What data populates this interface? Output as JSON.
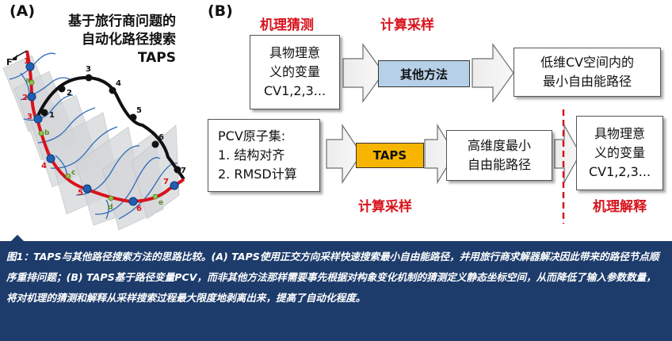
{
  "panel_a": {
    "label": "(A)",
    "title_line1": "基于旅行商问题的",
    "title_line2": "自动化路径搜索",
    "title_line3": "TAPS",
    "axis_label": "F",
    "red_nodes": [
      "1",
      "2",
      "3",
      "4",
      "5",
      "6",
      "7"
    ],
    "black_nodes": [
      "1",
      "2",
      "3",
      "4",
      "5",
      "6",
      "7"
    ],
    "green_labels": [
      "a",
      "b",
      "c",
      "d",
      "e"
    ],
    "colors": {
      "red_path": "#d8121b",
      "black_path": "#111111",
      "blue_node": "#1f5fb0",
      "green_node": "#8fc64a",
      "sheets": "#d4d6d8"
    }
  },
  "panel_b": {
    "label": "(B)",
    "label_mechanism_guess": "机理猜测",
    "label_compute_top": "计算采样",
    "label_compute_bottom": "计算采样",
    "label_mechanism_explain": "机理解释",
    "box_physical_top": [
      "具物理意",
      "义的变量",
      "CV1,2,3..."
    ],
    "other_methods": "其他方法",
    "box_lowdim": [
      "低维CV空间内的",
      "最小自由能路径"
    ],
    "box_pcv": [
      "PCV原子集:",
      "1. 结构对齐",
      "2. RMSD计算"
    ],
    "taps": "TAPS",
    "box_highdim": [
      "高维度最小",
      "自由能路径"
    ],
    "box_physical_bottom": [
      "具物理意",
      "义的变量",
      "CV1,2,3..."
    ],
    "colors": {
      "red_text": "#d8121b",
      "other_methods_fill": "#b6d0e8",
      "taps_fill": "#f7b500"
    }
  },
  "caption": {
    "text": "图1：TAPS与其他路径搜索方法的思路比较。(A) TAPS使用正交方向采样快速搜索最小自由能路径，并用旅行商求解器解决因此带来的路径节点顺序重排问题；(B) TAPS基于路径变量PCV，而非其他方法那样需要事先根据对构象变化机制的猜测定义静态坐标空间，从而降低了输入参数数量，将对机理的猜测和解释从采样搜索过程最大限度地剥离出来，提高了自动化程度。",
    "background": "#1d3c6b"
  }
}
